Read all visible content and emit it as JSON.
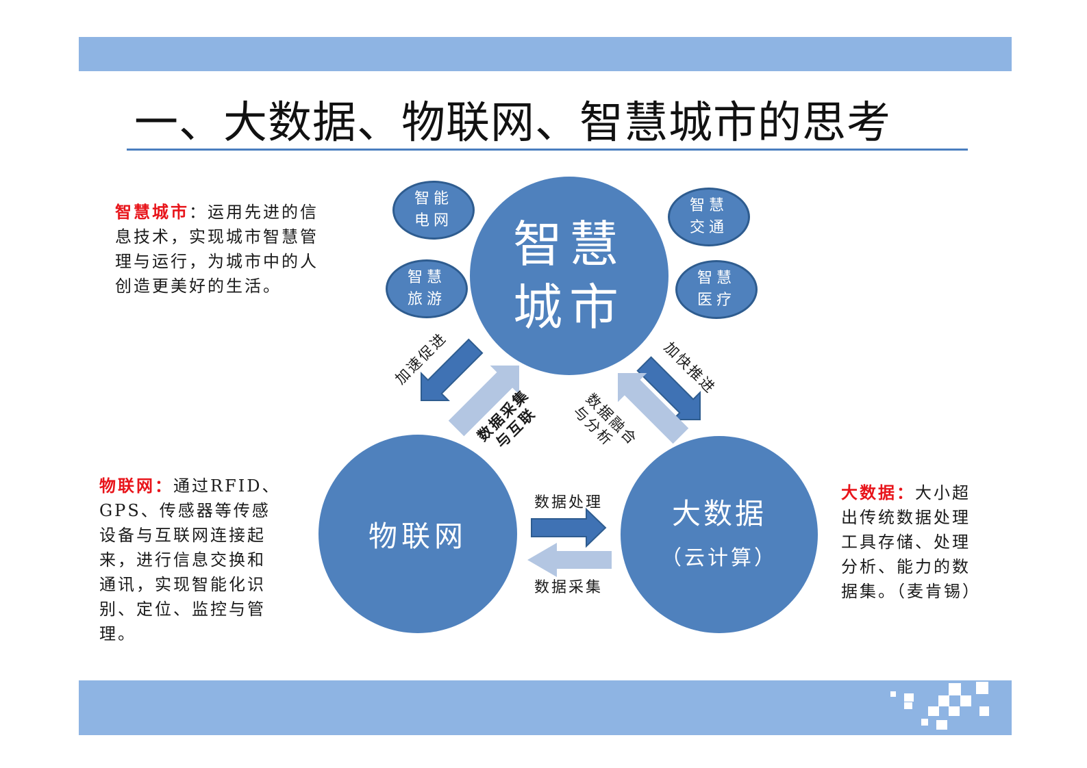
{
  "slide": {
    "title": "一、大数据、物联网、智慧城市的思考"
  },
  "descriptions": {
    "smart_city": {
      "term": "智慧城市",
      "sep": "：",
      "text": "运用先进的信息技术，实现城市智慧管理与运行，为城市中的人创造更美好的生活。",
      "lines": [
        "运用先进的信",
        "息技术，实现城市智慧管",
        "理与运行，为城市中的人",
        "创造更美好的生活。"
      ]
    },
    "iot": {
      "term": "物联网",
      "sep": "：",
      "text": "通过RFID、GPS、传感器等传感设备与互联网连接起来，进行信息交换和通讯，实现智能化识别、定位、监控与管理。",
      "lines": [
        "通过RFID、",
        "GPS、传感器等传感",
        "设备与互联网连接起",
        "来，进行信息交换和",
        "通讯，实现智能化识",
        "别、定位、监控与管",
        "理。"
      ]
    },
    "big_data": {
      "term": "大数据",
      "sep": "：",
      "text": "大小超出传统数据处理工具存储、处理分析、能力的数据集。（麦肯锡）",
      "lines": [
        "大小超",
        "出传统数据处理",
        "工具存储、处理",
        "分析、能力的数",
        "据集。（麦肯锡）"
      ]
    }
  },
  "diagram": {
    "nodes": {
      "smart_city": {
        "line1": "智慧",
        "line2": "城市"
      },
      "iot": {
        "label": "物联网"
      },
      "big_data": {
        "line1": "大数据",
        "line2": "（云计算）"
      }
    },
    "satellites": [
      {
        "line1": "智能",
        "line2": "电网"
      },
      {
        "line1": "智慧",
        "line2": "旅游"
      },
      {
        "line1": "智慧",
        "line2": "交通"
      },
      {
        "line1": "智慧",
        "line2": "医疗"
      }
    ],
    "edges": {
      "city_to_iot": "加速促进",
      "iot_to_city_l1": "数据采集",
      "iot_to_city_l2": "与互联",
      "city_to_bigdata": "加快推进",
      "bigdata_to_city_l1": "数据融合",
      "bigdata_to_city_l2": "与分析",
      "iot_to_bigdata": "数据处理",
      "bigdata_to_iot": "数据采集"
    },
    "colors": {
      "node": "#4f81bd",
      "dark_arrow": "#3f72b4",
      "light_arrow": "#b3c6e2",
      "highlight": "#e8141a",
      "band": "#8eb4e3"
    }
  }
}
